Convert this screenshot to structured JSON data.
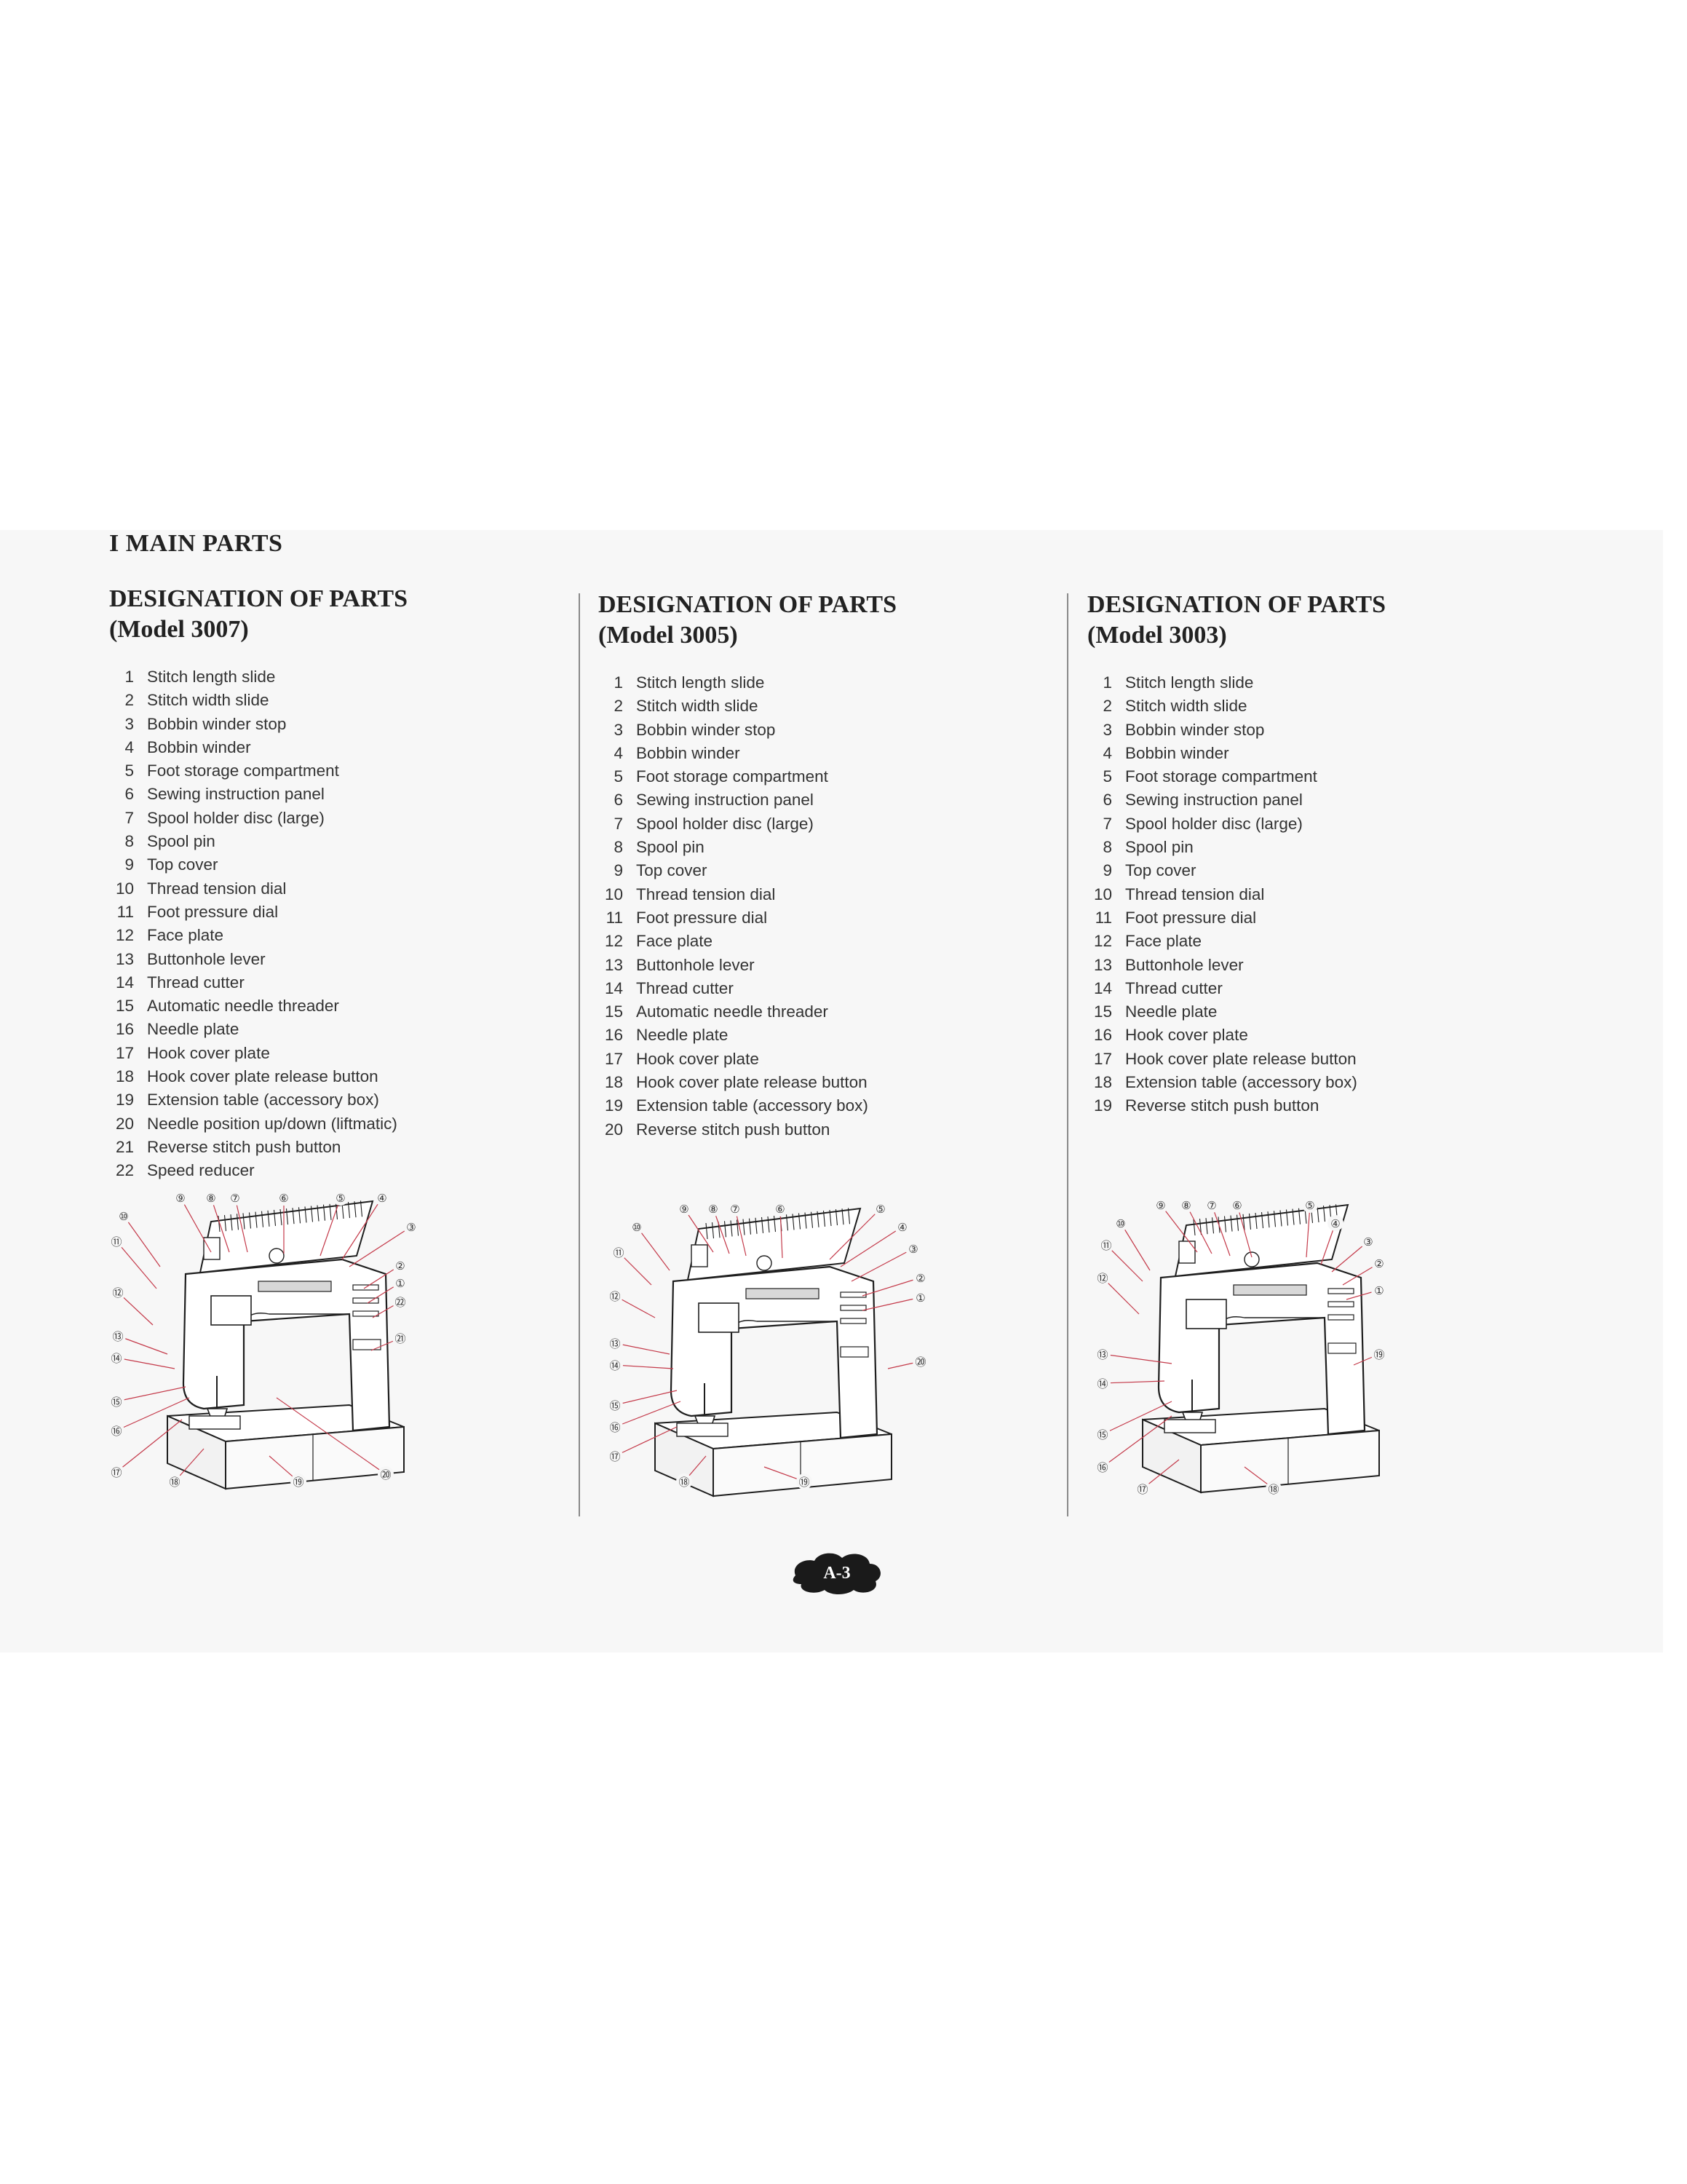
{
  "section": {
    "title": "I   MAIN PARTS"
  },
  "columns": [
    {
      "heading_line1": "DESIGNATION OF PARTS",
      "heading_line2": "(Model 3007)",
      "parts": [
        {
          "num": "1",
          "label": "Stitch length slide"
        },
        {
          "num": "2",
          "label": "Stitch width slide"
        },
        {
          "num": "3",
          "label": "Bobbin winder stop"
        },
        {
          "num": "4",
          "label": "Bobbin winder"
        },
        {
          "num": "5",
          "label": "Foot storage compartment"
        },
        {
          "num": "6",
          "label": "Sewing instruction panel"
        },
        {
          "num": "7",
          "label": "Spool holder disc (large)"
        },
        {
          "num": "8",
          "label": "Spool pin"
        },
        {
          "num": "9",
          "label": "Top cover"
        },
        {
          "num": "10",
          "label": "Thread tension dial"
        },
        {
          "num": "11",
          "label": "Foot pressure dial"
        },
        {
          "num": "12",
          "label": "Face plate"
        },
        {
          "num": "13",
          "label": "Buttonhole lever"
        },
        {
          "num": "14",
          "label": "Thread cutter"
        },
        {
          "num": "15",
          "label": "Automatic needle threader"
        },
        {
          "num": "16",
          "label": "Needle plate"
        },
        {
          "num": "17",
          "label": "Hook cover plate"
        },
        {
          "num": "18",
          "label": "Hook cover plate release button"
        },
        {
          "num": "19",
          "label": "Extension table (accessory box)"
        },
        {
          "num": "20",
          "label": "Needle position up/down (liftmatic)"
        },
        {
          "num": "21",
          "label": "Reverse stitch push button"
        },
        {
          "num": "22",
          "label": "Speed reducer"
        }
      ],
      "callouts": [
        "⑨",
        "⑧",
        "⑦",
        "⑥",
        "⑤",
        "④",
        "③",
        "②",
        "①",
        "㉒",
        "㉑",
        "⑩",
        "⑪",
        "⑫",
        "⑬",
        "⑭",
        "⑮",
        "⑯",
        "⑰",
        "⑱",
        "⑲",
        "⑳"
      ]
    },
    {
      "heading_line1": "DESIGNATION OF PARTS",
      "heading_line2": "(Model 3005)",
      "parts": [
        {
          "num": "1",
          "label": "Stitch length slide"
        },
        {
          "num": "2",
          "label": "Stitch width slide"
        },
        {
          "num": "3",
          "label": "Bobbin winder stop"
        },
        {
          "num": "4",
          "label": "Bobbin winder"
        },
        {
          "num": "5",
          "label": "Foot storage compartment"
        },
        {
          "num": "6",
          "label": "Sewing instruction panel"
        },
        {
          "num": "7",
          "label": "Spool holder disc (large)"
        },
        {
          "num": "8",
          "label": "Spool pin"
        },
        {
          "num": "9",
          "label": "Top cover"
        },
        {
          "num": "10",
          "label": "Thread tension dial"
        },
        {
          "num": "11",
          "label": "Foot pressure dial"
        },
        {
          "num": "12",
          "label": "Face plate"
        },
        {
          "num": "13",
          "label": "Buttonhole lever"
        },
        {
          "num": "14",
          "label": "Thread cutter"
        },
        {
          "num": "15",
          "label": "Automatic needle threader"
        },
        {
          "num": "16",
          "label": "Needle plate"
        },
        {
          "num": "17",
          "label": "Hook cover plate"
        },
        {
          "num": "18",
          "label": "Hook cover plate release button"
        },
        {
          "num": "19",
          "label": "Extension table (accessory box)"
        },
        {
          "num": "20",
          "label": "Reverse stitch push button"
        }
      ],
      "callouts": [
        "⑨",
        "⑧",
        "⑦",
        "⑥",
        "⑤",
        "④",
        "③",
        "②",
        "①",
        "⑳",
        "⑩",
        "⑪",
        "⑫",
        "⑬",
        "⑭",
        "⑮",
        "⑯",
        "⑰",
        "⑱",
        "⑲"
      ]
    },
    {
      "heading_line1": "DESIGNATION OF PARTS",
      "heading_line2": "(Model 3003)",
      "parts": [
        {
          "num": "1",
          "label": "Stitch length slide"
        },
        {
          "num": "2",
          "label": "Stitch width slide"
        },
        {
          "num": "3",
          "label": "Bobbin winder stop"
        },
        {
          "num": "4",
          "label": "Bobbin winder"
        },
        {
          "num": "5",
          "label": "Foot storage compartment"
        },
        {
          "num": "6",
          "label": "Sewing instruction panel"
        },
        {
          "num": "7",
          "label": "Spool holder disc (large)"
        },
        {
          "num": "8",
          "label": "Spool pin"
        },
        {
          "num": "9",
          "label": "Top cover"
        },
        {
          "num": "10",
          "label": "Thread tension dial"
        },
        {
          "num": "11",
          "label": "Foot pressure dial"
        },
        {
          "num": "12",
          "label": "Face plate"
        },
        {
          "num": "13",
          "label": "Buttonhole lever"
        },
        {
          "num": "14",
          "label": "Thread cutter"
        },
        {
          "num": "15",
          "label": "Needle plate"
        },
        {
          "num": "16",
          "label": "Hook cover plate"
        },
        {
          "num": "17",
          "label": "Hook cover plate release button"
        },
        {
          "num": "18",
          "label": "Extension table (accessory box)"
        },
        {
          "num": "19",
          "label": "Reverse stitch push button"
        }
      ],
      "callouts": [
        "⑨",
        "⑧",
        "⑦",
        "⑥",
        "⑤",
        "④",
        "③",
        "②",
        "①",
        "⑲",
        "⑩",
        "⑪",
        "⑫",
        "⑬",
        "⑭",
        "⑮",
        "⑯",
        "⑰",
        "⑱"
      ]
    }
  ],
  "page_number": "A-3",
  "colors": {
    "ink": "#1e1e1e",
    "leader": "#c43a4a",
    "sheet": "#f7f7f7",
    "badge": "#1a1a1a"
  }
}
